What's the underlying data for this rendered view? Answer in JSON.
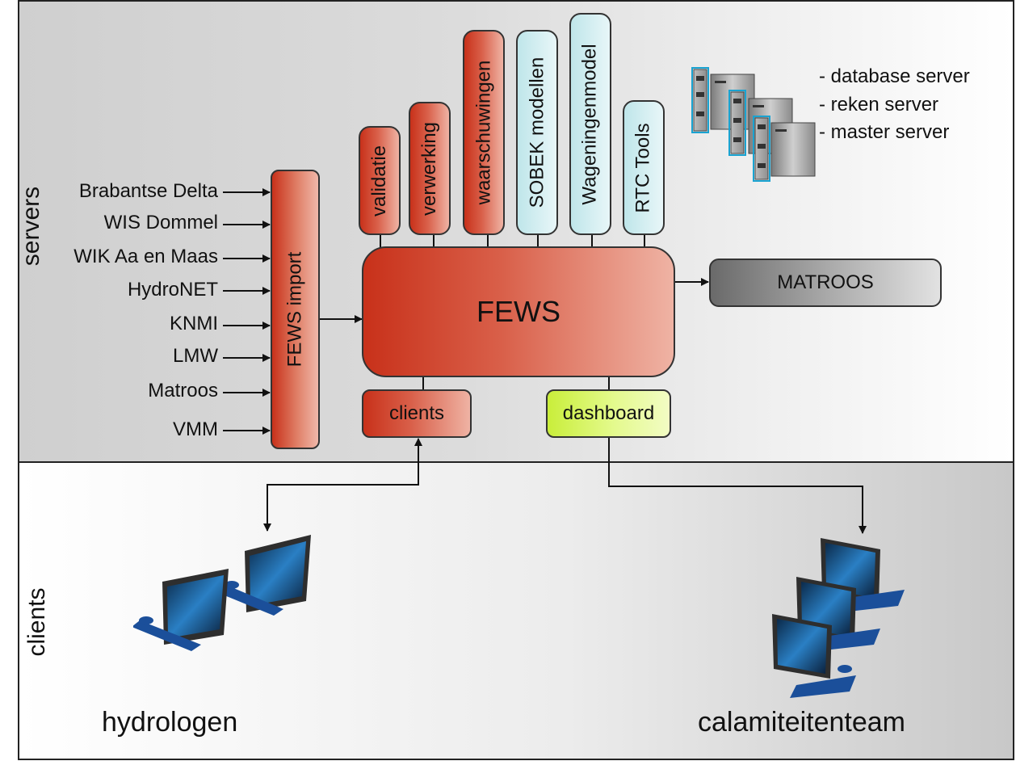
{
  "sections": {
    "servers": "servers",
    "clients": "clients"
  },
  "sources": [
    "Brabantse Delta",
    "WIS Dommel",
    "WIK Aa en Maas",
    "HydroNET",
    "KNMI",
    "LMW",
    "Matroos",
    "VMM"
  ],
  "import_box": "FEWS import",
  "modules": [
    "validatie",
    "verwerking",
    "waarschuwingen",
    "SOBEK modellen",
    "Wageningenmodel",
    "RTC Tools"
  ],
  "core": "FEWS",
  "output": "MATROOS",
  "client_boxes": {
    "clients": "clients",
    "dashboard": "dashboard"
  },
  "server_roles": [
    "- database server",
    "- reken server",
    "- master server"
  ],
  "user_groups": {
    "hydrologen": "hydrologen",
    "calamiteitenteam": "calamiteitenteam"
  },
  "colors": {
    "fews_red": "#c8311a",
    "dashboard_green": "#d8f56a",
    "model_cyan": "#cfeef2",
    "matroos_grey": "#6e6e6e"
  }
}
